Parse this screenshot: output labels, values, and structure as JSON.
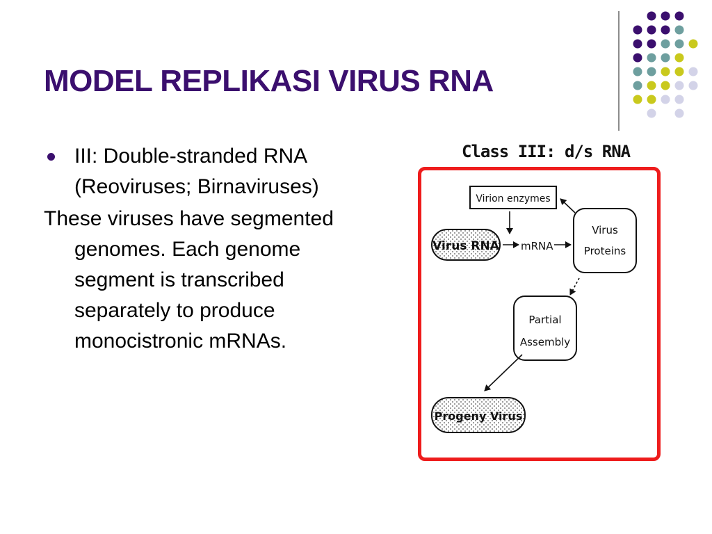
{
  "slide": {
    "title": "MODEL REPLIKASI VIRUS RNA",
    "bullets": [
      "III: Double-stranded RNA (Reoviruses; Birnaviruses)"
    ],
    "paragraph": "These viruses have segmented genomes. Each genome segment is transcribed separately to produce monocistronic mRNAs."
  },
  "diagram": {
    "title": "Class III: d/s RNA",
    "nodes": {
      "virion_enzymes": "Virion enzymes",
      "virus_rna": "Virus RNA",
      "mrna": "mRNA",
      "virus_proteins_line1": "Virus",
      "virus_proteins_line2": "Proteins",
      "partial_assembly_line1": "Partial",
      "partial_assembly_line2": "Assembly",
      "progeny_virus": "Progeny Virus"
    }
  },
  "colors": {
    "title": "#3b0f6e",
    "frame": "#ee1c1c",
    "dot_purple": "#3b0f6e",
    "dot_teal": "#6e9f9f",
    "dot_yellow": "#c9c91d",
    "dot_lavender": "#d3d3e8"
  }
}
